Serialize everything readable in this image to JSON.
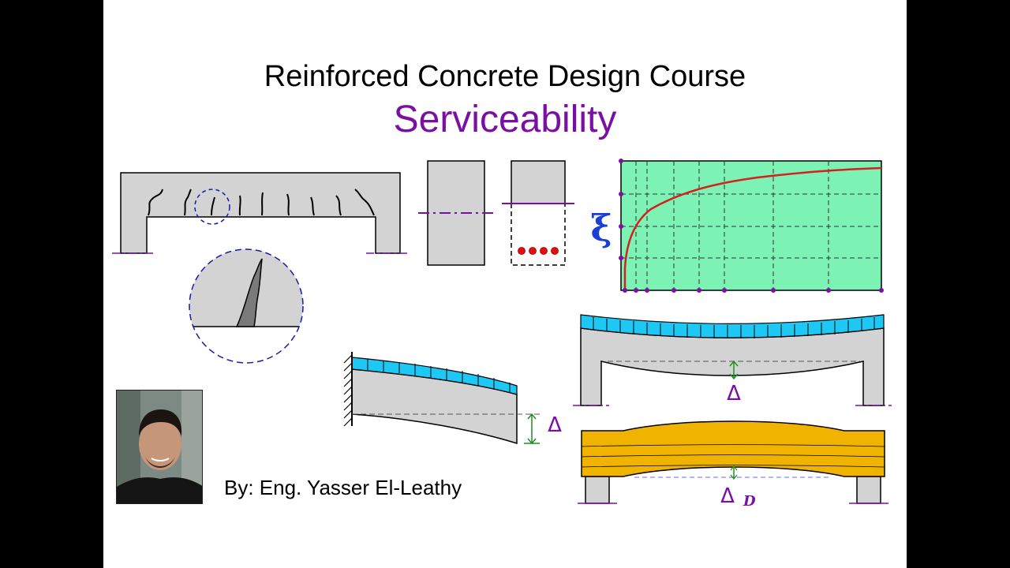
{
  "slide": {
    "course_title": "Reinforced Concrete Design Course",
    "topic_title": "Serviceability",
    "author": "By: Eng. Yasser El-Leathy"
  },
  "symbols": {
    "crack_width": "ξ",
    "deflection": "Δ",
    "delta_cantilever": "Δ",
    "delta_d_base": "Δ",
    "delta_d_sub": "D"
  },
  "colors": {
    "title_purple": "#7a0fa3",
    "concrete_gray": "#d3d3d3",
    "load_blue": "#1ec8f5",
    "graph_green": "#7cf2b4",
    "curve_red": "#d62020",
    "timber_orange": "#f0b400",
    "dim_green": "#1f8f1f"
  }
}
